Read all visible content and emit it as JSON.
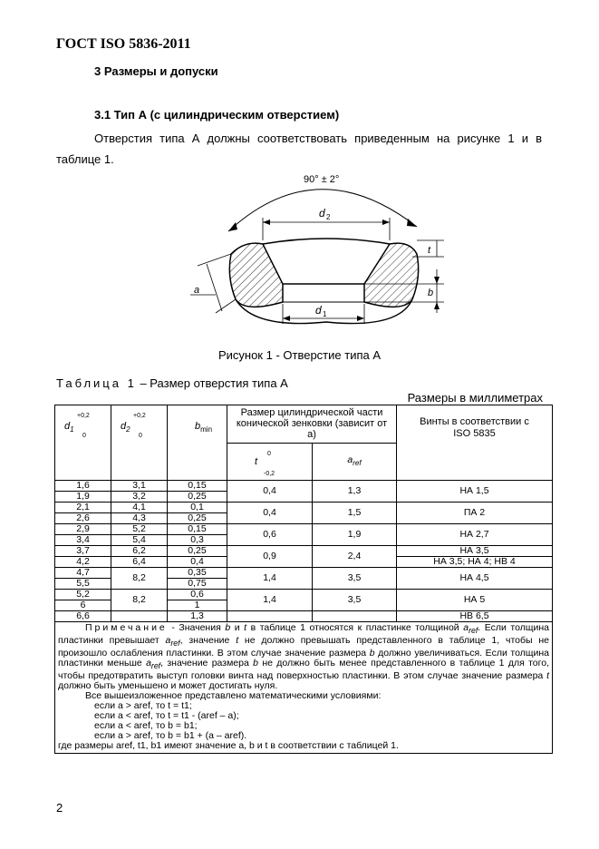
{
  "header": "ГОСТ ISO 5836-2011",
  "section_title": "3  Размеры и допуски",
  "subsection_title": "3.1  Тип А (с цилиндрическим отверстием)",
  "paragraph": "Отверстия типа А должны соответствовать приведенным на рисунке 1 и в таблице 1.",
  "figure": {
    "angle_label": "90° ± 2°",
    "d2_label": "d",
    "d2_sub": "2",
    "d1_label": "d",
    "d1_sub": "1",
    "t_label": "t",
    "b_label": "b",
    "a_label": "a",
    "caption": "Рисунок 1 - Отверстие типа А"
  },
  "table": {
    "title_spaced": "Таблица 1",
    "title_rest": " – Размер отверстия типа А",
    "units": "Размеры в миллиметрах",
    "headers": {
      "d1": "d",
      "d1_sub": "1",
      "d1_sup": "+0,2",
      "d1_inf": "0",
      "d2": "d",
      "d2_sub": "2",
      "d2_sup": "+0,2",
      "d2_inf": "0",
      "bmin": "b",
      "bmin_sub": "min",
      "group": "Размер цилиндрической части конической зенковки (зависит от a)",
      "t": "t",
      "t_sup": "0",
      "t_inf": "-0,2",
      "aref": "a",
      "aref_sub": "ref",
      "screws": "Винты в соответствии с ISO 5835"
    },
    "rows": [
      {
        "d1": [
          "1,6",
          "1,9"
        ],
        "d2": [
          "3,1",
          "3,2"
        ],
        "b": [
          "0,15",
          "0,25"
        ],
        "t": "0,4",
        "aref": "1,3",
        "screws": [
          "НА 1,5"
        ]
      },
      {
        "d1": [
          "2,1",
          "2,6"
        ],
        "d2": [
          "4,1",
          "4,3"
        ],
        "b": [
          "0,1",
          "0,25"
        ],
        "t": "0,4",
        "aref": "1,5",
        "screws": [
          "ПА 2"
        ]
      },
      {
        "d1": [
          "2,9",
          "3,4"
        ],
        "d2": [
          "5,2",
          "5,4"
        ],
        "b": [
          "0,15",
          "0,3"
        ],
        "t": "0,6",
        "aref": "1,9",
        "screws": [
          "НА 2,7"
        ]
      },
      {
        "d1": [
          "3,7",
          "4,2"
        ],
        "d2": [
          "6,2",
          "6,4"
        ],
        "b": [
          "0,25",
          "0,4"
        ],
        "t": "0,9",
        "aref": "2,4",
        "screws": [
          "НА 3,5",
          "НА 3,5; НА 4; НВ 4"
        ]
      },
      {
        "d1": [
          "4,7",
          "5,5"
        ],
        "d2": [
          "8,2"
        ],
        "b": [
          "0,35",
          "0,75"
        ],
        "t": "1,4",
        "aref": "3,5",
        "screws": [
          "НА 4,5"
        ]
      },
      {
        "d1": [
          "5,2",
          "6"
        ],
        "d2": [
          "8,2"
        ],
        "b": [
          "0,6",
          "1"
        ],
        "t": "1,4",
        "aref": "3,5",
        "screws": [
          "НА 5"
        ]
      },
      {
        "d1": [
          "6,6"
        ],
        "d2": [
          ""
        ],
        "b": [
          "1,3"
        ],
        "t": "",
        "aref": "",
        "screws": [
          "НВ 6,5"
        ]
      }
    ],
    "note": {
      "lead": "Примечание",
      "p1a": " - Значения ",
      "p1b": "b",
      "p1c": " и ",
      "p1d": "t",
      "p1e": " в таблице 1 относятся к пластинке толщиной ",
      "p1f": "a",
      "p1f_sub": "ref",
      "p1g": ". Если толщина пластинки превышает ",
      "p1h": "a",
      "p1h_sub": "ref",
      "p1i": ", значение ",
      "p1j": "t",
      "p1k": " не должно превышать представленного в таблице 1, чтобы не произошло ослабления пластинки. В этом случае значение размера ",
      "p1l": "b",
      "p1m": " должно увеличиваться. Если толщина пластинки меньше ",
      "p1n": "a",
      "p1n_sub": "ref",
      "p1o": ", значение размера ",
      "p1p": "b",
      "p1q": " не должно быть менее представленного в таблице 1 для того, чтобы предотвратить выступ головки винта над поверхностью пластинки. В этом случае значение размера ",
      "p1r": "t",
      "p1s": " должно быть уменьшено и может достигать нуля.",
      "line2": "Все вышеизложенное представлено математическими условиями:",
      "cond1": "если a > aref, то  t = t1;",
      "cond2": "если a < aref, то  t = t1 - (aref – a);",
      "cond3": "если a < aref, то  b = b1;",
      "cond4": "если a > aref, то  b = b1 + (a – aref).",
      "last": "где размеры aref, t1, b1  имеют значение a, b и t в соответствии с таблицей 1."
    }
  },
  "page_number": "2"
}
